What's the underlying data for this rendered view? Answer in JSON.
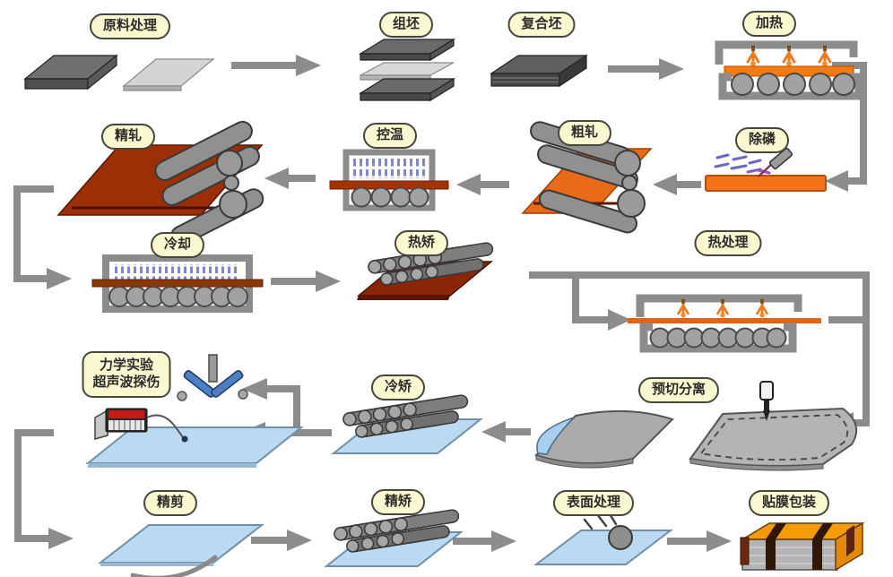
{
  "steps": {
    "raw_material": "原料处理",
    "billet_assembly": "组坯",
    "composite_billet": "复合坯",
    "heating": "加热",
    "finish_rolling": "精轧",
    "temp_control": "控温",
    "rough_rolling": "粗轧",
    "descaling": "除磷",
    "cooling": "冷却",
    "hot_leveling": "热矫",
    "heat_treatment": "热处理",
    "mech_test_line1": "力学实验",
    "mech_test_line2": "超声波探伤",
    "cold_leveling": "冷矫",
    "precut_separation": "预切分离",
    "precision_shearing": "精剪",
    "precision_leveling": "精矫",
    "surface_treatment": "表面处理",
    "film_packaging": "贴膜包装"
  },
  "flow_sequence": [
    "原料处理",
    "组坯",
    "复合坯",
    "加热",
    "除磷",
    "粗轧",
    "控温",
    "精轧",
    "冷却",
    "热矫",
    "热处理",
    "预切分离",
    "冷矫",
    "力学实验/超声波探伤",
    "精剪",
    "精矫",
    "表面处理",
    "贴膜包装"
  ],
  "colors": {
    "label_fill": "#faf8d0",
    "label_border": "#46463c",
    "connector_gray": "#8c8c8c",
    "hot_slab_orange": "#f47a12",
    "rolled_plate_dark_red": "#9b2f05",
    "cold_plate_blue": "#bcd9f2",
    "roller_gray": "#9a9a9a",
    "package_top_orange": "#f59b08",
    "spray_blue": "#7a7ad0"
  }
}
